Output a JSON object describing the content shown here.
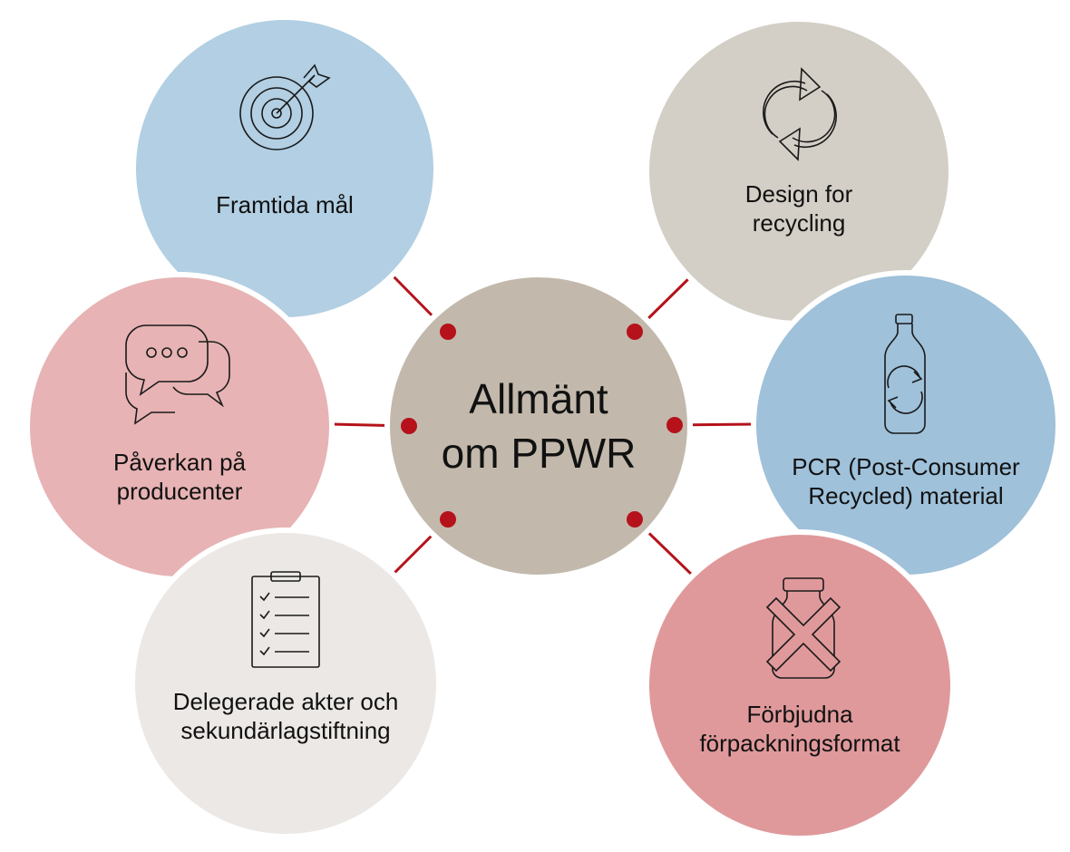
{
  "center": {
    "line1": "Allmänt",
    "line2": "om PPWR",
    "color": "#c2b9ac"
  },
  "nodes": [
    {
      "id": "framtida-mal",
      "line1": "Framtida mål",
      "line2": "",
      "icon": "target-icon",
      "color": "#b2cfe3"
    },
    {
      "id": "design-for-recycling",
      "line1": "Design for",
      "line2": "recycling",
      "icon": "recycle-arrows-icon",
      "color": "#d4cfc6"
    },
    {
      "id": "paverkan",
      "line1": "Påverkan på",
      "line2": "producenter",
      "icon": "chat-bubbles-icon",
      "color": "#e7b3b4"
    },
    {
      "id": "pcr",
      "line1": "PCR (Post-Consumer",
      "line2": "Recycled) material",
      "icon": "bottle-recycle-icon",
      "color": "#9fc1da"
    },
    {
      "id": "delegerade",
      "line1": "Delegerade akter och",
      "line2": "sekundärlagstiftning",
      "icon": "clipboard-checklist-icon",
      "color": "#ece8e5"
    },
    {
      "id": "forbjudna",
      "line1": "Förbjudna",
      "line2": "förpackningsformat",
      "icon": "banned-bottle-icon",
      "color": "#e0999b"
    }
  ],
  "connector_color": "#b5121b"
}
